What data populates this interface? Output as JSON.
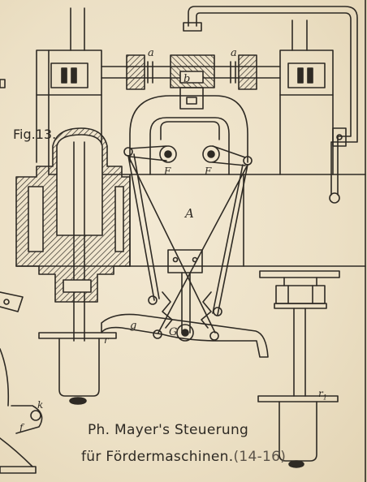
{
  "figure": {
    "label": "Fig.13."
  },
  "caption": {
    "line1": "Ph. Mayer's Steuerung",
    "line2": "für Fördermaschinen.",
    "ref": "(14-16)"
  },
  "parts": {
    "a_left": "a",
    "a_right": "a",
    "b": "b",
    "A": "A",
    "F_left": "F",
    "F_right": "F",
    "g": "g",
    "G": "G",
    "r": "r",
    "r1": "r",
    "k": "k",
    "f": "f"
  },
  "colors": {
    "ink": "#2e2a24",
    "paper": "#efe4cc"
  }
}
